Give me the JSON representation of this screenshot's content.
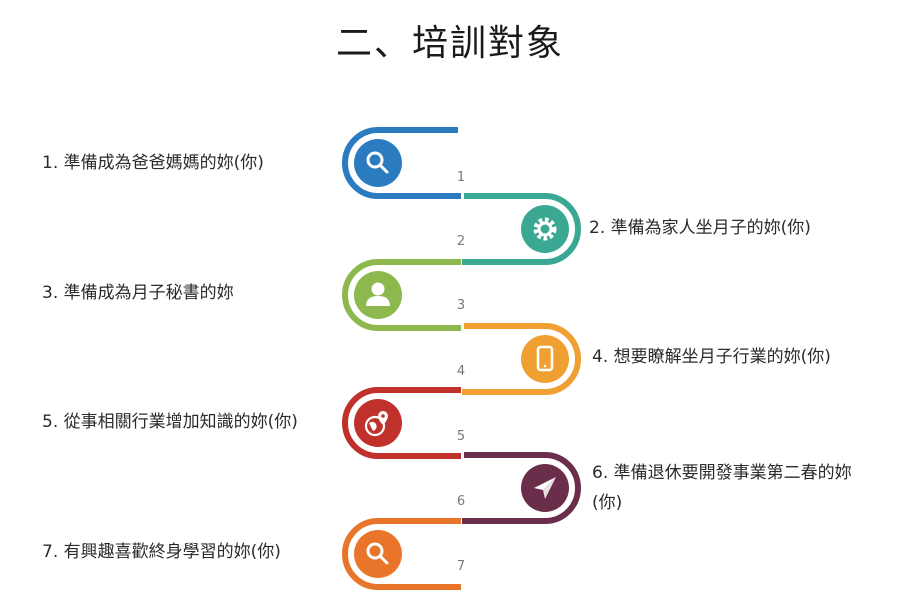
{
  "title": "二、培訓對象",
  "steps": [
    {
      "number": "1",
      "label": "1. 準備成為爸爸媽媽的妳(你)",
      "icon": "search-icon",
      "color": "#2a7bbf"
    },
    {
      "number": "2",
      "label": "2. 準備為家人坐月子的妳(你)",
      "icon": "gear-icon",
      "color": "#3aa892"
    },
    {
      "number": "3",
      "label": "3. 準備成為月子秘書的妳",
      "icon": "user-icon",
      "color": "#8cb84d"
    },
    {
      "number": "4",
      "label": "4. 想要瞭解坐月子行業的妳(你)",
      "icon": "phone-icon",
      "color": "#f0a033"
    },
    {
      "number": "5",
      "label": "5. 從事相關行業增加知識的妳(你)",
      "icon": "globe-location-icon",
      "color": "#c1312c"
    },
    {
      "number": "6",
      "label": "6. 準備退休要開發事業第二春的妳(你)",
      "icon": "paper-plane-icon",
      "color": "#6b2e4a"
    },
    {
      "number": "7",
      "label": "7. 有興趣喜歡終身學習的妳(你)",
      "icon": "search-icon",
      "color": "#e8752a"
    }
  ]
}
